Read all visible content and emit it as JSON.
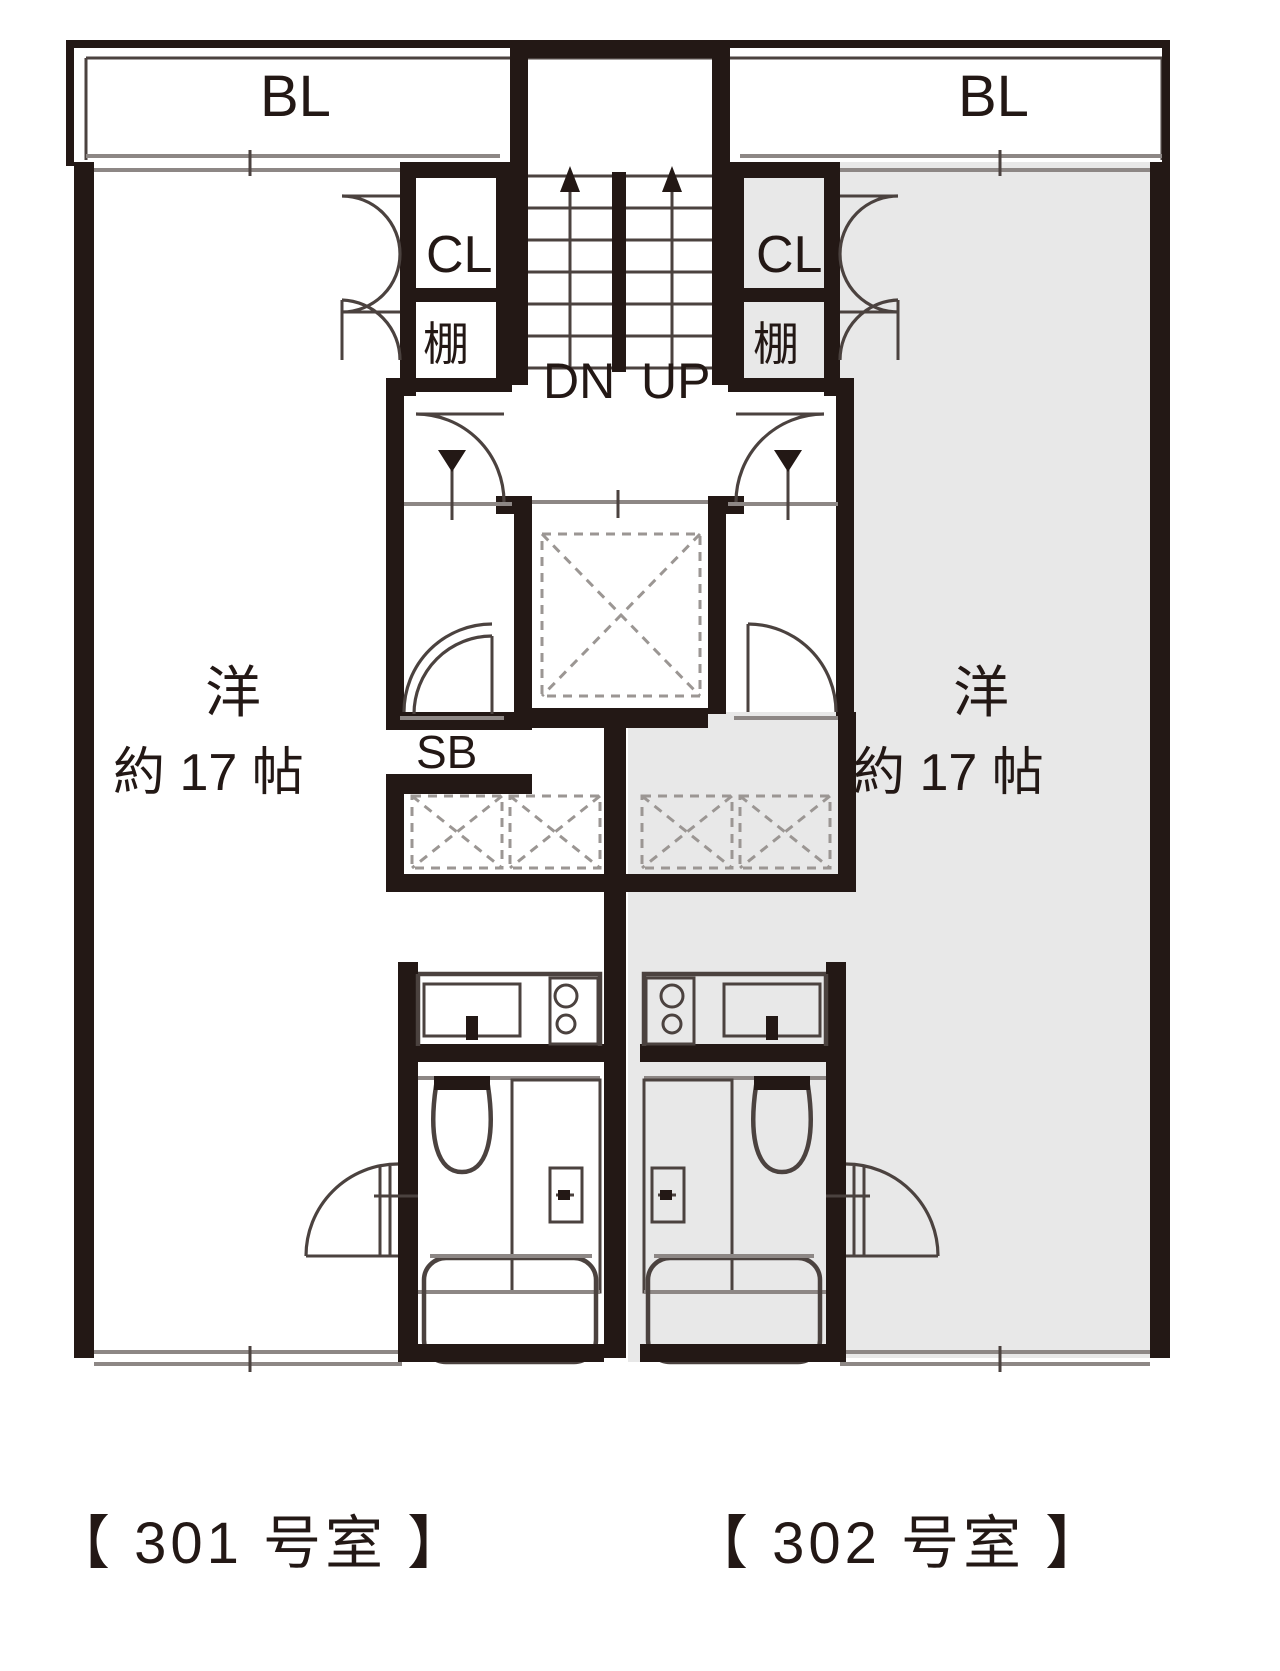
{
  "plan": {
    "title_left": "【 301 号室 】",
    "title_right": "【 302 号室 】",
    "colors": {
      "wall": "#231815",
      "thin_line": "#4b423f",
      "shaded_unit_fill": "#e8e8e8",
      "background": "#ffffff",
      "dashed": "#8c8480"
    }
  },
  "labels": {
    "balcony_left": "BL",
    "balcony_right": "BL",
    "closet_left": "CL",
    "closet_right": "CL",
    "shelf_left": "棚",
    "shelf_right": "棚",
    "stairs_down": "DN",
    "stairs_up": "UP",
    "room_left_name": "洋",
    "room_left_size": "約 17 帖",
    "room_right_name": "洋",
    "room_right_size": "約 17 帖",
    "service_box": "SB"
  },
  "units": [
    {
      "id": "301",
      "caption": "【 301 号室 】",
      "shaded": false,
      "rooms": [
        {
          "name": "BL",
          "type": "balcony"
        },
        {
          "name": "CL",
          "type": "closet"
        },
        {
          "name": "棚",
          "type": "shelf"
        },
        {
          "name": "洋",
          "size": "約 17 帖",
          "type": "western-room"
        },
        {
          "name": "SB",
          "type": "service-box"
        }
      ],
      "fixtures": [
        "kitchen-sink",
        "gas-stove-2burner",
        "toilet",
        "washbasin",
        "bathtub",
        "entry-door",
        "closet-doors"
      ]
    },
    {
      "id": "302",
      "caption": "【 302 号室 】",
      "shaded": true,
      "rooms": [
        {
          "name": "BL",
          "type": "balcony"
        },
        {
          "name": "CL",
          "type": "closet"
        },
        {
          "name": "棚",
          "type": "shelf"
        },
        {
          "name": "洋",
          "size": "約 17 帖",
          "type": "western-room"
        }
      ],
      "fixtures": [
        "kitchen-sink",
        "gas-stove-2burner",
        "toilet",
        "washbasin",
        "bathtub",
        "entry-door",
        "closet-doors"
      ]
    }
  ],
  "common": {
    "staircase": {
      "down_label": "DN",
      "up_label": "UP",
      "step_count": 7
    }
  }
}
